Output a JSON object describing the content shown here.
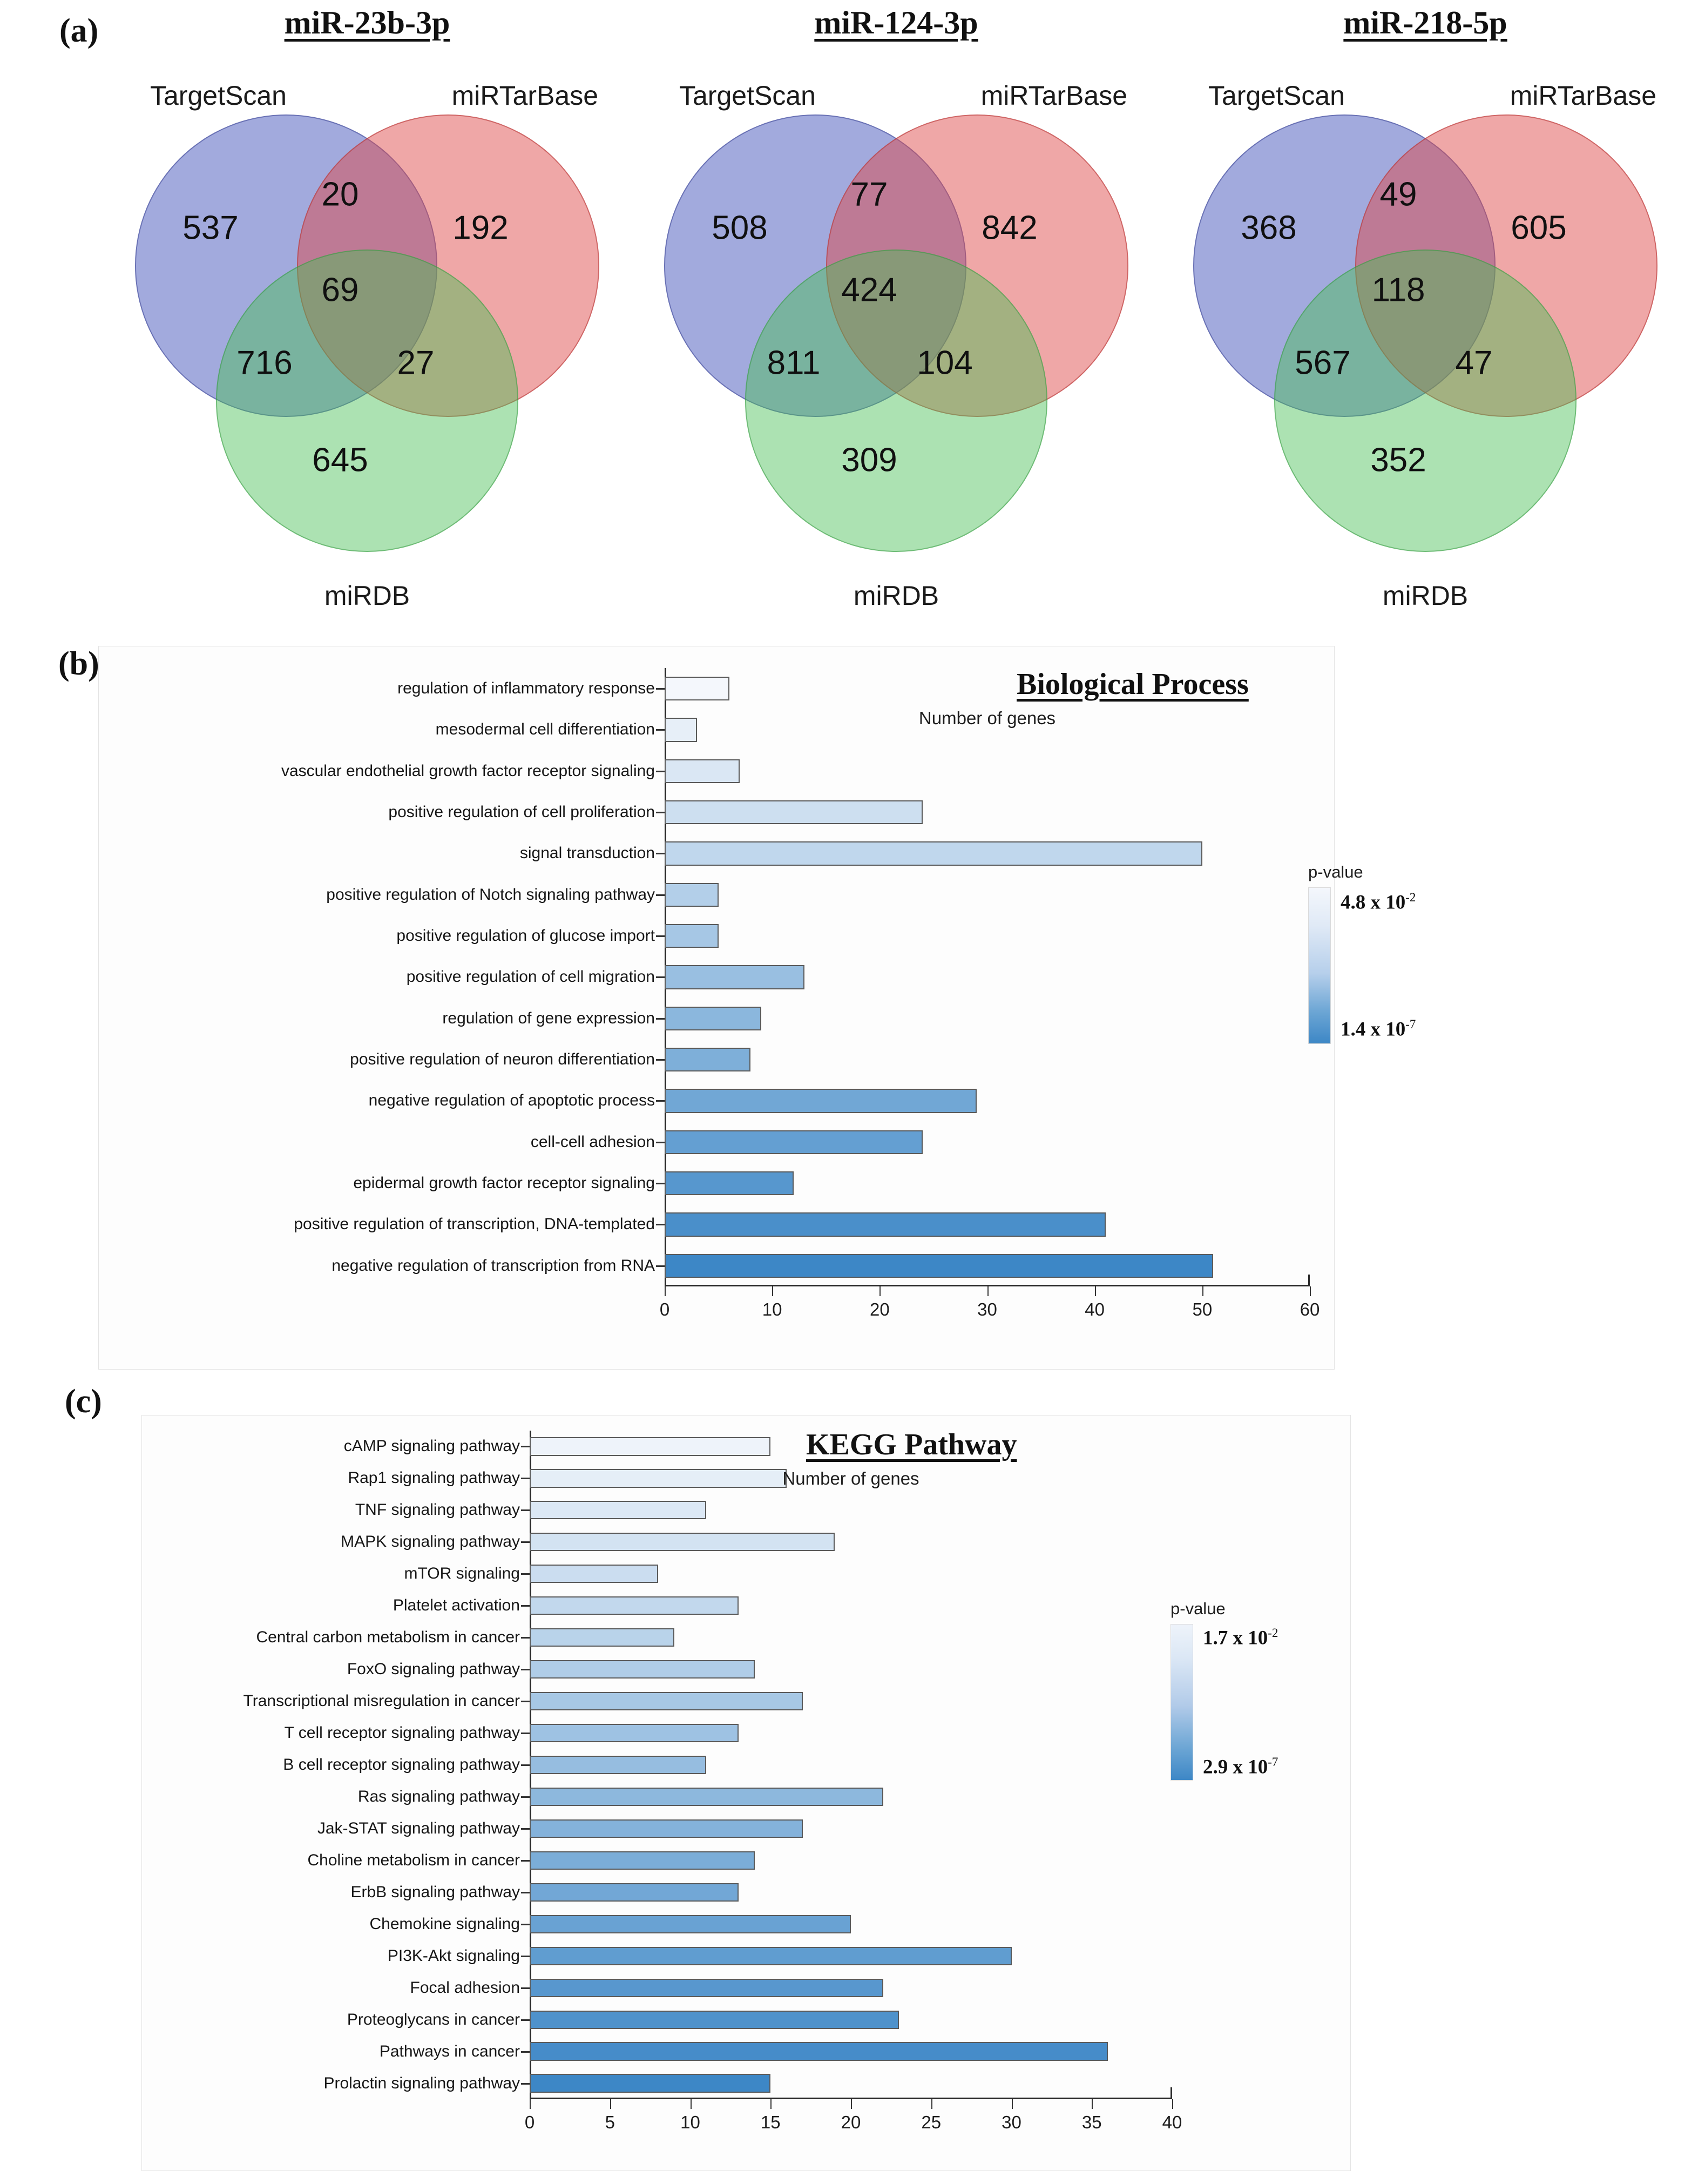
{
  "figure": {
    "panels": [
      {
        "letter": "(a)"
      },
      {
        "letter": "(b)"
      },
      {
        "letter": "(c)"
      }
    ]
  },
  "panel_a": {
    "set_labels": {
      "targetscan": "TargetScan",
      "mirtarbase": "miRTarBase",
      "mirdb": "miRDB"
    },
    "venns": [
      {
        "title": "miR-23b-3p",
        "targetscan_only": "537",
        "targetscan_mirtarbase": "20",
        "mirtarbase_only": "192",
        "all_three": "69",
        "targetscan_mirdb": "716",
        "mirtarbase_mirdb": "27",
        "mirdb_only": "645"
      },
      {
        "title": "miR-124-3p",
        "targetscan_only": "508",
        "targetscan_mirtarbase": "77",
        "mirtarbase_only": "842",
        "all_three": "424",
        "targetscan_mirdb": "811",
        "mirtarbase_mirdb": "104",
        "mirdb_only": "309"
      },
      {
        "title": "miR-218-5p",
        "targetscan_only": "368",
        "targetscan_mirtarbase": "49",
        "mirtarbase_only": "605",
        "all_three": "118",
        "targetscan_mirdb": "567",
        "mirtarbase_mirdb": "47",
        "mirdb_only": "352"
      }
    ]
  },
  "panel_b": {
    "legend": {
      "title": "p-value",
      "high": "4.8 x 10",
      "high_exp": "-2",
      "low": "1.4 x 10",
      "low_exp": "-7"
    }
  },
  "panel_c": {
    "legend": {
      "title": "p-value",
      "high": "1.7 x 10",
      "high_exp": "-2",
      "low": "2.9 x 10",
      "low_exp": "-7"
    }
  },
  "chart_data": [
    {
      "id": "biological_process",
      "type": "bar",
      "orientation": "horizontal",
      "title": "Biological Process",
      "xlabel": "Number of genes",
      "ylabel": "",
      "xlim": [
        0,
        60
      ],
      "xticks": [
        0,
        10,
        20,
        30,
        40,
        50,
        60
      ],
      "grid": false,
      "legend_position": "right",
      "color_scale": {
        "label": "p-value",
        "max_label": "4.8 x 10-2",
        "min_label": "1.4 x 10-7",
        "light": "#f4f7fc",
        "dark": "#3d87c6"
      },
      "categories": [
        "regulation of inflammatory response",
        "mesodermal cell differentiation",
        "vascular endothelial growth factor receptor signaling",
        "positive regulation of cell proliferation",
        "signal transduction",
        "positive regulation of Notch signaling pathway",
        "positive regulation of glucose import",
        "positive regulation of cell migration",
        "regulation of gene expression",
        "positive regulation of neuron differentiation",
        "negative regulation of apoptotic process",
        "cell-cell adhesion",
        "epidermal growth factor receptor signaling",
        "positive regulation of transcription, DNA-templated",
        "negative regulation of transcription from RNA"
      ],
      "values": [
        6,
        3,
        7,
        24,
        50,
        5,
        5,
        13,
        9,
        8,
        29,
        24,
        12,
        41,
        51
      ]
    },
    {
      "id": "kegg_pathway",
      "type": "bar",
      "orientation": "horizontal",
      "title": "KEGG Pathway",
      "xlabel": "Number of genes",
      "ylabel": "",
      "xlim": [
        0,
        40
      ],
      "xticks": [
        0,
        5,
        10,
        15,
        20,
        25,
        30,
        35,
        40
      ],
      "grid": false,
      "legend_position": "right",
      "color_scale": {
        "label": "p-value",
        "max_label": "1.7 x 10-2",
        "min_label": "2.9 x 10-7",
        "light": "#eef3fa",
        "dark": "#3d87c6"
      },
      "categories": [
        "cAMP signaling pathway",
        "Rap1 signaling pathway",
        "TNF signaling pathway",
        "MAPK signaling pathway",
        "mTOR signaling",
        "Platelet activation",
        "Central carbon metabolism in cancer",
        "FoxO signaling pathway",
        "Transcriptional misregulation in cancer",
        "T cell receptor signaling pathway",
        "B cell receptor signaling pathway",
        "Ras signaling pathway",
        "Jak-STAT signaling pathway",
        "Choline metabolism in cancer",
        "ErbB signaling pathway",
        "Chemokine signaling",
        "PI3K-Akt signaling",
        "Focal adhesion",
        "Proteoglycans in cancer",
        "Pathways in cancer",
        "Prolactin signaling pathway"
      ],
      "values": [
        15,
        16,
        11,
        19,
        8,
        13,
        9,
        14,
        17,
        13,
        11,
        22,
        17,
        14,
        13,
        20,
        30,
        22,
        23,
        36,
        15
      ]
    }
  ]
}
